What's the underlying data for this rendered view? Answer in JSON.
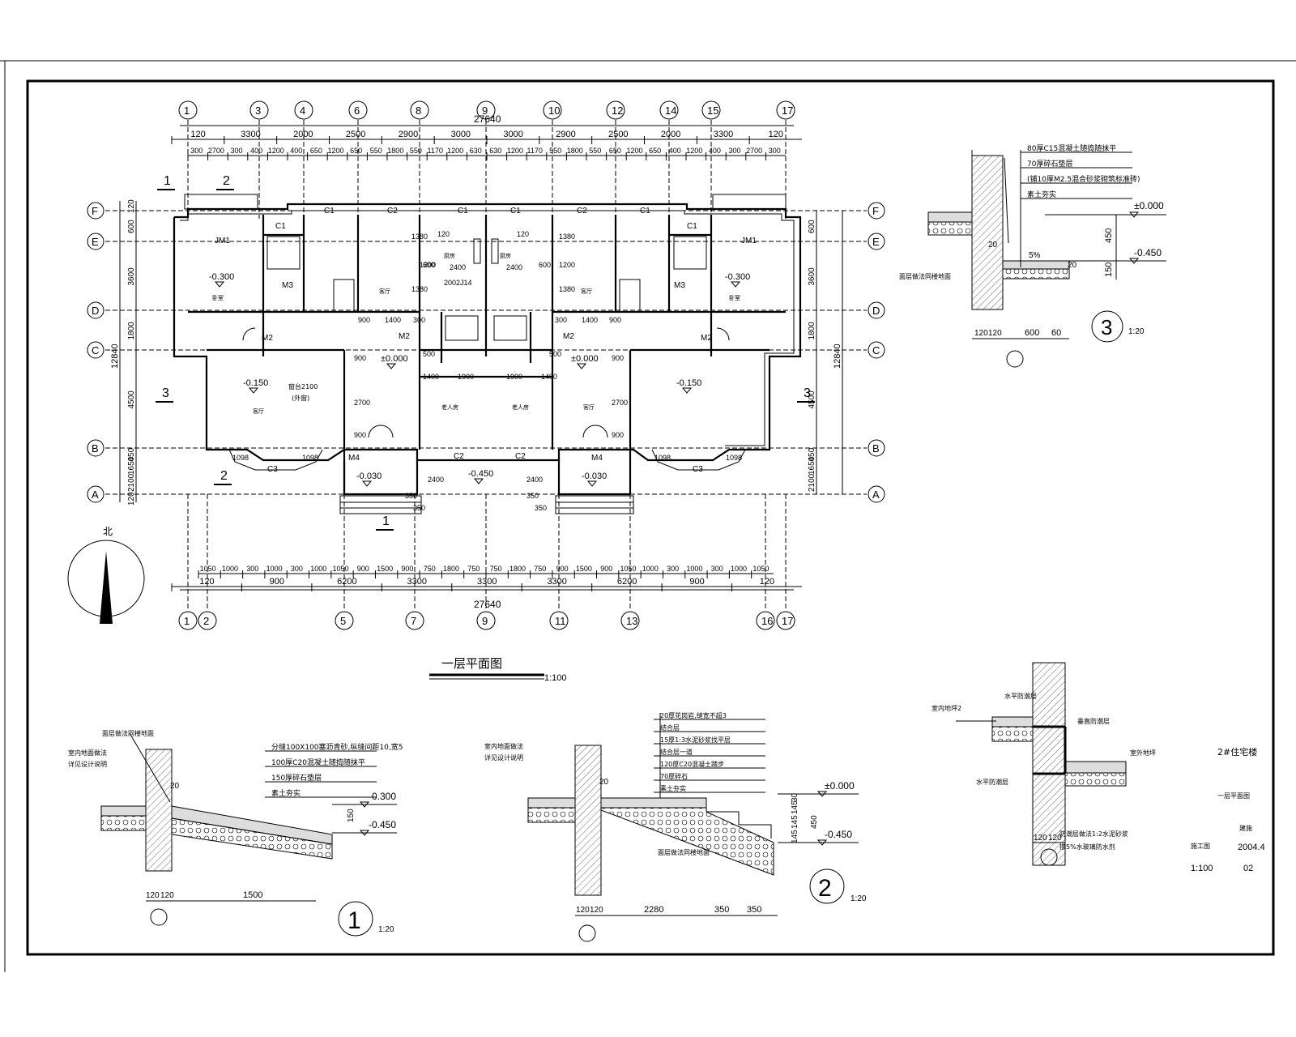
{
  "plan": {
    "title": "一层平面图",
    "scale": "1:100",
    "north_label": "北",
    "overall_width": "27640",
    "overall_depth": "12840",
    "top_axes": [
      "1",
      "3",
      "4",
      "6",
      "8",
      "9",
      "10",
      "12",
      "14",
      "15",
      "17"
    ],
    "bottom_axes": [
      "1",
      "2",
      "5",
      "7",
      "9",
      "11",
      "13",
      "16",
      "17"
    ],
    "row_axes": [
      "F",
      "E",
      "D",
      "C",
      "B",
      "A"
    ],
    "top_dims_row1": [
      "120",
      "3300",
      "2000",
      "2500",
      "2900",
      "3000",
      "3000",
      "2900",
      "2500",
      "2000",
      "3300",
      "120"
    ],
    "top_dims_row2": [
      "300",
      "2700",
      "300",
      "400",
      "1200",
      "400",
      "650",
      "1200",
      "650",
      "550",
      "1800",
      "550",
      "1170",
      "1200",
      "630",
      "630",
      "1200",
      "1170",
      "550",
      "1800",
      "550",
      "650",
      "1200",
      "650",
      "400",
      "1200",
      "400",
      "300",
      "2700",
      "300"
    ],
    "bottom_dims_row1": [
      "1050",
      "1000",
      "300",
      "1000",
      "300",
      "1000",
      "1050",
      "900",
      "1500",
      "900",
      "750",
      "1800",
      "750",
      "750",
      "1800",
      "750",
      "900",
      "1500",
      "900",
      "1050",
      "1000",
      "300",
      "1000",
      "300",
      "1000",
      "1050"
    ],
    "bottom_dims_row2": [
      "120",
      "900",
      "6200",
      "3300",
      "3300",
      "3300",
      "6200",
      "900",
      "120"
    ],
    "left_dims": [
      "120",
      "600",
      "3600",
      "1800",
      "4500",
      "450",
      "1650",
      "2100",
      "120"
    ],
    "right_dims": [
      "600",
      "3600",
      "1800",
      "4500",
      "450",
      "1650",
      "2100"
    ],
    "room_levels": [
      "-0.300",
      "-0.300",
      "-0.150",
      "-0.150",
      "±0.000",
      "±0.000",
      "-0.030",
      "-0.030",
      "-0.450"
    ],
    "window_labels": [
      "C1",
      "C2",
      "C1",
      "C1",
      "C2",
      "C1",
      "C1",
      "C1",
      "C2",
      "C2",
      "C3",
      "C3"
    ],
    "door_labels": [
      "JM1",
      "JM1",
      "M3",
      "M3",
      "M2",
      "M2",
      "M2",
      "M2",
      "M4",
      "M4"
    ],
    "inner_dims": [
      "120",
      "120",
      "1380",
      "1200",
      "1380",
      "2400",
      "2400",
      "600",
      "600",
      "1380",
      "1200",
      "1380",
      "900",
      "1400",
      "300",
      "300",
      "1400",
      "900",
      "1400",
      "1900",
      "1900",
      "1400",
      "900",
      "2700",
      "900",
      "900",
      "2700",
      "900",
      "2400",
      "2400",
      "350",
      "350",
      "350",
      "350",
      "1098",
      "1098",
      "1098",
      "1098",
      "500",
      "500"
    ],
    "room_names": [
      "卧室",
      "客厅",
      "厨房",
      "厨房",
      "客厅",
      "卧室",
      "客厅",
      "老人房",
      "老人房",
      "客厅"
    ],
    "notes": [
      "窗台2100",
      "(外窗)",
      "2002J14"
    ],
    "section_marks": [
      "1",
      "2",
      "3",
      "3",
      "2",
      "1"
    ]
  },
  "detail3": {
    "number": "3",
    "scale": "1:20",
    "layers": [
      "80厚C15混凝土随捣随抹平",
      "70厚碎石垫层",
      "(铺10厚M2.5混合砂浆砌筑标准砖)",
      "素土夯实"
    ],
    "left_label": "面层做法同楼地面",
    "levels": [
      "±0.000",
      "-0.450"
    ],
    "dims": [
      "450",
      "150",
      "120",
      "120",
      "600",
      "60",
      "20",
      "20"
    ],
    "slope": "5%"
  },
  "detail1": {
    "number": "1",
    "scale": "1:20",
    "layers": [
      "分缝100X100塞沥青砂,纵缝间距10,宽5",
      "100厚C20混凝土随捣随抹平",
      "150厚碎石垫层",
      "素土夯实"
    ],
    "left_labels": [
      "面层做法同楼地面",
      "室内地面做法",
      "详见设计说明"
    ],
    "levels": [
      "-0.300",
      "-0.450"
    ],
    "dims": [
      "150",
      "120",
      "120",
      "1500",
      "20"
    ]
  },
  "detail2": {
    "number": "2",
    "scale": "1:20",
    "layers": [
      "20厚花岗岩,缝宽不超3",
      "结合层",
      "15厚1:3水泥砂浆找平层",
      "结合层一道",
      "120厚C20混凝土踏步",
      "70厚碎石",
      "素土夯实"
    ],
    "left_labels": [
      "室内地面做法",
      "详见设计说明"
    ],
    "bottom_label": "面层做法同楼地面",
    "levels": [
      "±0.000",
      "-0.450"
    ],
    "dims": [
      "30",
      "145",
      "145",
      "145",
      "450",
      "120",
      "120",
      "2280",
      "350",
      "350",
      "20"
    ]
  },
  "detail4": {
    "labels": [
      "室内地坪2",
      "水平防潮层",
      "垂直防潮层",
      "室外地坪",
      "水平防潮层"
    ],
    "note_lines": [
      "防潮层做法1:2水泥砂浆",
      "掺5%水玻璃防水剂"
    ],
    "dims": [
      "120",
      "120"
    ]
  },
  "title_block": {
    "project": "2#住宅楼",
    "drawing": "一层平面图",
    "stage": "建施",
    "date_label": "施工图",
    "date": "2004.4",
    "scale": "1:100",
    "sheet_no": "02"
  }
}
